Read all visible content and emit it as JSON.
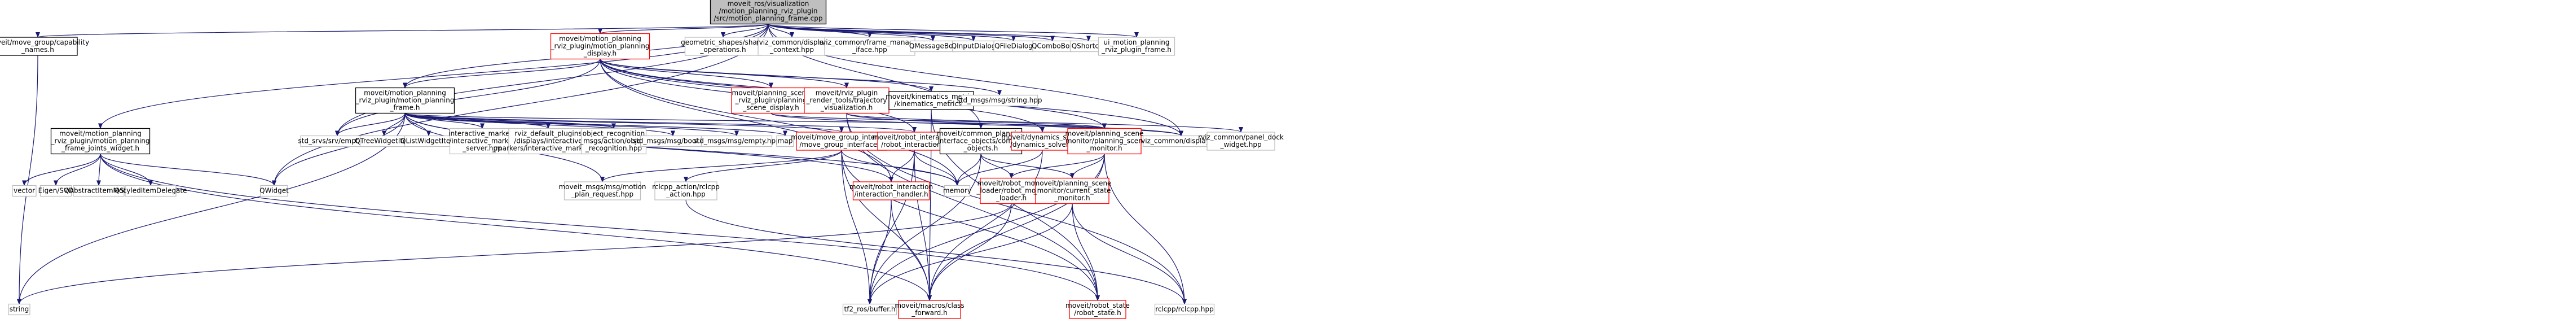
{
  "graph": {
    "edge_color": "#191970",
    "nodes": [
      {
        "id": "root",
        "style": "root",
        "lines": [
          "moveit_ros/visualization",
          "/motion_planning_rviz_plugin",
          "/src/motion_planning_frame.cpp"
        ]
      },
      {
        "id": "capability_names",
        "style": "black",
        "lines": [
          "moveit/move_group/capability",
          "_names.h"
        ]
      },
      {
        "id": "frame_joints_widget",
        "style": "black",
        "lines": [
          "moveit/motion_planning",
          "_rviz_plugin/motion_planning",
          "_frame_joints_widget.h"
        ]
      },
      {
        "id": "motion_planning_frame_h",
        "style": "black",
        "lines": [
          "moveit/motion_planning",
          "_rviz_plugin/motion_planning",
          "_frame.h"
        ]
      },
      {
        "id": "motion_planning_display_h",
        "style": "red",
        "lines": [
          "moveit/motion_planning",
          "_rviz_plugin/motion_planning",
          "_display.h"
        ]
      },
      {
        "id": "geometric_shapes",
        "style": "gray",
        "lines": [
          "geometric_shapes/shape",
          "_operations.h"
        ]
      },
      {
        "id": "display_context",
        "style": "gray",
        "lines": [
          "rviz_common/display",
          "_context.hpp"
        ]
      },
      {
        "id": "frame_manager",
        "style": "gray",
        "lines": [
          "rviz_common/frame_manager",
          "_iface.hpp"
        ]
      },
      {
        "id": "qmessagebox",
        "style": "gray",
        "lines": [
          "QMessageBox"
        ]
      },
      {
        "id": "qinputdialog",
        "style": "gray",
        "lines": [
          "QInputDialog"
        ]
      },
      {
        "id": "qfiledialog",
        "style": "gray",
        "lines": [
          "QFileDialog"
        ]
      },
      {
        "id": "qcombobox",
        "style": "gray",
        "lines": [
          "QComboBox"
        ]
      },
      {
        "id": "qshortcut",
        "style": "gray",
        "lines": [
          "QShortcut"
        ]
      },
      {
        "id": "ui_frame",
        "style": "gray",
        "lines": [
          "ui_motion_planning",
          "_rviz_plugin_frame.h"
        ]
      },
      {
        "id": "planning_scene_display",
        "style": "red",
        "lines": [
          "moveit/planning_scene",
          "_rviz_plugin/planning",
          "_scene_display.h"
        ]
      },
      {
        "id": "trajectory_visualization",
        "style": "red",
        "lines": [
          "moveit/rviz_plugin",
          "_render_tools/trajectory",
          "_visualization.h"
        ]
      },
      {
        "id": "kinematics_metrics",
        "style": "black",
        "lines": [
          "moveit/kinematics_metrics",
          "/kinematics_metrics.h"
        ]
      },
      {
        "id": "std_msgs_string",
        "style": "gray",
        "lines": [
          "std_msgs/msg/string.hpp"
        ]
      },
      {
        "id": "std_srvs_empty",
        "style": "gray",
        "lines": [
          "std_srvs/srv/empty.hpp"
        ]
      },
      {
        "id": "qtreewidgetitem",
        "style": "gray",
        "lines": [
          "QTreeWidgetItem"
        ]
      },
      {
        "id": "qlistwidgetitem",
        "style": "gray",
        "lines": [
          "QListWidgetItem"
        ]
      },
      {
        "id": "interactive_marker_server",
        "style": "gray",
        "lines": [
          "interactive_markers",
          "/interactive_marker",
          "_server.hpp"
        ]
      },
      {
        "id": "rviz_default_plugins",
        "style": "gray",
        "lines": [
          "rviz_default_plugins",
          "/displays/interactive",
          "_markers/interactive_marker.hpp"
        ]
      },
      {
        "id": "object_recognition",
        "style": "gray",
        "lines": [
          "object_recognition",
          "_msgs/action/object",
          "_recognition.hpp"
        ]
      },
      {
        "id": "std_msgs_bool",
        "style": "gray",
        "lines": [
          "std_msgs/msg/bool.hpp"
        ]
      },
      {
        "id": "std_msgs_empty",
        "style": "gray",
        "lines": [
          "std_msgs/msg/empty.hpp"
        ]
      },
      {
        "id": "map",
        "style": "gray",
        "lines": [
          "map"
        ]
      },
      {
        "id": "move_group_interface",
        "style": "red",
        "lines": [
          "moveit/move_group_interface",
          "/move_group_interface.h"
        ]
      },
      {
        "id": "robot_interaction_h",
        "style": "red",
        "lines": [
          "moveit/robot_interaction",
          "/robot_interaction.h"
        ]
      },
      {
        "id": "common_planning_interface",
        "style": "black",
        "lines": [
          "moveit/common_planning",
          "_interface_objects/common",
          "_objects.h"
        ]
      },
      {
        "id": "dynamics_solver",
        "style": "red",
        "lines": [
          "moveit/dynamics_solver",
          "/dynamics_solver.h"
        ]
      },
      {
        "id": "planning_scene_monitor",
        "style": "red",
        "lines": [
          "moveit/planning_scene",
          "_monitor/planning_scene",
          "_monitor.h"
        ]
      },
      {
        "id": "rviz_common_display",
        "style": "gray",
        "lines": [
          "rviz_common/display.hpp"
        ]
      },
      {
        "id": "panel_dock_widget",
        "style": "gray",
        "lines": [
          "rviz_common/panel_dock",
          "_widget.hpp"
        ]
      },
      {
        "id": "vector",
        "style": "gray",
        "lines": [
          "vector"
        ]
      },
      {
        "id": "eigen_svd",
        "style": "gray",
        "lines": [
          "Eigen/SVD"
        ]
      },
      {
        "id": "qabstractitemmodel",
        "style": "gray",
        "lines": [
          "QAbstractItemModel"
        ]
      },
      {
        "id": "qstyleditemdelegate",
        "style": "gray",
        "lines": [
          "QStyledItemDelegate"
        ]
      },
      {
        "id": "qwidget",
        "style": "gray",
        "lines": [
          "QWidget"
        ]
      },
      {
        "id": "motion_plan_request",
        "style": "gray",
        "lines": [
          "moveit_msgs/msg/motion",
          "_plan_request.hpp"
        ]
      },
      {
        "id": "rclcpp_action",
        "style": "gray",
        "lines": [
          "rclcpp_action/rclcpp",
          "_action.hpp"
        ]
      },
      {
        "id": "interaction_handler",
        "style": "red",
        "lines": [
          "moveit/robot_interaction",
          "/interaction_handler.h"
        ]
      },
      {
        "id": "memory",
        "style": "gray",
        "lines": [
          "memory"
        ]
      },
      {
        "id": "robot_model_loader",
        "style": "red",
        "lines": [
          "moveit/robot_model",
          "_loader/robot_model",
          "_loader.h"
        ]
      },
      {
        "id": "current_state_monitor",
        "style": "red",
        "lines": [
          "moveit/planning_scene",
          "_monitor/current_state",
          "_monitor.h"
        ]
      },
      {
        "id": "string",
        "style": "gray",
        "lines": [
          "string"
        ]
      },
      {
        "id": "tf2_buffer",
        "style": "gray",
        "lines": [
          "tf2_ros/buffer.h"
        ]
      },
      {
        "id": "class_forward",
        "style": "red",
        "lines": [
          "moveit/macros/class",
          "_forward.h"
        ]
      },
      {
        "id": "robot_state",
        "style": "red",
        "lines": [
          "moveit/robot_state",
          "/robot_state.h"
        ]
      },
      {
        "id": "rclcpp",
        "style": "gray",
        "lines": [
          "rclcpp/rclcpp.hpp"
        ]
      }
    ],
    "edges": [
      [
        "root",
        "capability_names"
      ],
      [
        "root",
        "frame_joints_widget"
      ],
      [
        "root",
        "motion_planning_frame_h"
      ],
      [
        "root",
        "motion_planning_display_h"
      ],
      [
        "root",
        "geometric_shapes"
      ],
      [
        "root",
        "display_context"
      ],
      [
        "root",
        "frame_manager"
      ],
      [
        "root",
        "qmessagebox"
      ],
      [
        "root",
        "qinputdialog"
      ],
      [
        "root",
        "qfiledialog"
      ],
      [
        "root",
        "qcombobox"
      ],
      [
        "root",
        "qshortcut"
      ],
      [
        "root",
        "ui_frame"
      ],
      [
        "root",
        "std_srvs_empty"
      ],
      [
        "root",
        "qwidget"
      ],
      [
        "root",
        "common_planning_interface"
      ],
      [
        "root",
        "rviz_common_display"
      ],
      [
        "capability_names",
        "string"
      ],
      [
        "frame_joints_widget",
        "vector"
      ],
      [
        "frame_joints_widget",
        "eigen_svd"
      ],
      [
        "frame_joints_widget",
        "qabstractitemmodel"
      ],
      [
        "frame_joints_widget",
        "qstyleditemdelegate"
      ],
      [
        "frame_joints_widget",
        "qwidget"
      ],
      [
        "frame_joints_widget",
        "class_forward"
      ],
      [
        "frame_joints_widget",
        "robot_state"
      ],
      [
        "motion_planning_display_h",
        "motion_planning_frame_h"
      ],
      [
        "motion_planning_display_h",
        "planning_scene_display"
      ],
      [
        "motion_planning_display_h",
        "trajectory_visualization"
      ],
      [
        "motion_planning_display_h",
        "kinematics_metrics"
      ],
      [
        "motion_planning_display_h",
        "std_msgs_string"
      ],
      [
        "motion_planning_display_h",
        "std_srvs_empty"
      ],
      [
        "motion_planning_display_h",
        "robot_interaction_h"
      ],
      [
        "motion_planning_display_h",
        "interaction_handler"
      ],
      [
        "motion_planning_display_h",
        "memory"
      ],
      [
        "motion_planning_display_h",
        "dynamics_solver"
      ],
      [
        "motion_planning_display_h",
        "rviz_common_display"
      ],
      [
        "motion_planning_display_h",
        "planning_scene_monitor"
      ],
      [
        "motion_planning_frame_h",
        "std_srvs_empty"
      ],
      [
        "motion_planning_frame_h",
        "qtreewidgetitem"
      ],
      [
        "motion_planning_frame_h",
        "qlistwidgetitem"
      ],
      [
        "motion_planning_frame_h",
        "interactive_marker_server"
      ],
      [
        "motion_planning_frame_h",
        "rviz_default_plugins"
      ],
      [
        "motion_planning_frame_h",
        "object_recognition"
      ],
      [
        "motion_planning_frame_h",
        "std_msgs_bool"
      ],
      [
        "motion_planning_frame_h",
        "std_msgs_empty"
      ],
      [
        "motion_planning_frame_h",
        "map"
      ],
      [
        "motion_planning_frame_h",
        "move_group_interface"
      ],
      [
        "motion_planning_frame_h",
        "robot_interaction_h"
      ],
      [
        "motion_planning_frame_h",
        "interaction_handler"
      ],
      [
        "motion_planning_frame_h",
        "planning_scene_monitor"
      ],
      [
        "motion_planning_frame_h",
        "motion_plan_request"
      ],
      [
        "motion_planning_frame_h",
        "string"
      ],
      [
        "motion_planning_frame_h",
        "memory"
      ],
      [
        "motion_planning_frame_h",
        "qwidget"
      ],
      [
        "planning_scene_display",
        "planning_scene_monitor"
      ],
      [
        "planning_scene_display",
        "rviz_common_display"
      ],
      [
        "trajectory_visualization",
        "rviz_common_display"
      ],
      [
        "trajectory_visualization",
        "panel_dock_widget"
      ],
      [
        "trajectory_visualization",
        "robot_state"
      ],
      [
        "trajectory_visualization",
        "rclcpp"
      ],
      [
        "kinematics_metrics",
        "robot_state"
      ],
      [
        "kinematics_metrics",
        "class_forward"
      ],
      [
        "move_group_interface",
        "motion_plan_request"
      ],
      [
        "move_group_interface",
        "rclcpp_action"
      ],
      [
        "move_group_interface",
        "memory"
      ],
      [
        "move_group_interface",
        "tf2_buffer"
      ],
      [
        "move_group_interface",
        "class_forward"
      ],
      [
        "move_group_interface",
        "robot_state"
      ],
      [
        "robot_interaction_h",
        "interaction_handler"
      ],
      [
        "robot_interaction_h",
        "class_forward"
      ],
      [
        "robot_interaction_h",
        "memory"
      ],
      [
        "robot_interaction_h",
        "tf2_buffer"
      ],
      [
        "interaction_handler",
        "class_forward"
      ],
      [
        "interaction_handler",
        "tf2_buffer"
      ],
      [
        "common_planning_interface",
        "robot_model_loader"
      ],
      [
        "common_planning_interface",
        "current_state_monitor"
      ],
      [
        "common_planning_interface",
        "memory"
      ],
      [
        "common_planning_interface",
        "tf2_buffer"
      ],
      [
        "dynamics_solver",
        "class_forward"
      ],
      [
        "dynamics_solver",
        "memory"
      ],
      [
        "planning_scene_monitor",
        "current_state_monitor"
      ],
      [
        "planning_scene_monitor",
        "robot_model_loader"
      ],
      [
        "planning_scene_monitor",
        "tf2_buffer"
      ],
      [
        "planning_scene_monitor",
        "rclcpp"
      ],
      [
        "planning_scene_monitor",
        "class_forward"
      ],
      [
        "robot_model_loader",
        "class_forward"
      ],
      [
        "robot_model_loader",
        "string"
      ],
      [
        "current_state_monitor",
        "robot_state"
      ],
      [
        "current_state_monitor",
        "rclcpp"
      ],
      [
        "current_state_monitor",
        "tf2_buffer"
      ],
      [
        "rclcpp_action",
        "rclcpp"
      ]
    ]
  }
}
